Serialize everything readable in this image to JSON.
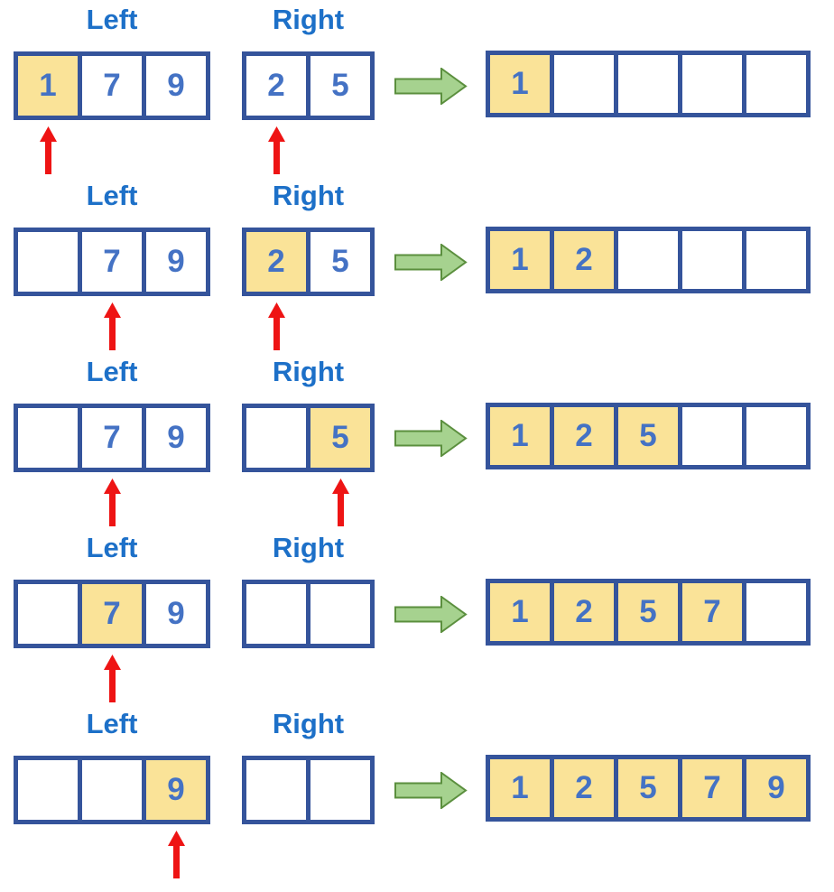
{
  "diagram_title": "merge-step-sequence",
  "labels": {
    "left": "Left",
    "right": "Right"
  },
  "colors": {
    "border": "#35549B",
    "num": "#4472C4",
    "labelBlue": "#1D70C8",
    "hl": "#FAE398",
    "red": "#EE1414",
    "greenFill": "#A6D28F",
    "greenStroke": "#5B8F3E"
  },
  "rows": [
    {
      "left": {
        "cells": [
          {
            "v": "1",
            "hl": true
          },
          {
            "v": "7",
            "hl": false
          },
          {
            "v": "9",
            "hl": false
          }
        ],
        "pointer": 0
      },
      "right": {
        "cells": [
          {
            "v": "2",
            "hl": false
          },
          {
            "v": "5",
            "hl": false
          }
        ],
        "pointer": 0
      },
      "result": {
        "cells": [
          {
            "v": "1",
            "hl": true
          },
          {
            "v": "",
            "hl": false
          },
          {
            "v": "",
            "hl": false
          },
          {
            "v": "",
            "hl": false
          },
          {
            "v": "",
            "hl": false
          }
        ]
      }
    },
    {
      "left": {
        "cells": [
          {
            "v": "",
            "hl": false
          },
          {
            "v": "7",
            "hl": false
          },
          {
            "v": "9",
            "hl": false
          }
        ],
        "pointer": 1
      },
      "right": {
        "cells": [
          {
            "v": "2",
            "hl": true
          },
          {
            "v": "5",
            "hl": false
          }
        ],
        "pointer": 0
      },
      "result": {
        "cells": [
          {
            "v": "1",
            "hl": true
          },
          {
            "v": "2",
            "hl": true
          },
          {
            "v": "",
            "hl": false
          },
          {
            "v": "",
            "hl": false
          },
          {
            "v": "",
            "hl": false
          }
        ]
      }
    },
    {
      "left": {
        "cells": [
          {
            "v": "",
            "hl": false
          },
          {
            "v": "7",
            "hl": false
          },
          {
            "v": "9",
            "hl": false
          }
        ],
        "pointer": 1
      },
      "right": {
        "cells": [
          {
            "v": "",
            "hl": false
          },
          {
            "v": "5",
            "hl": true
          }
        ],
        "pointer": 1
      },
      "result": {
        "cells": [
          {
            "v": "1",
            "hl": true
          },
          {
            "v": "2",
            "hl": true
          },
          {
            "v": "5",
            "hl": true
          },
          {
            "v": "",
            "hl": false
          },
          {
            "v": "",
            "hl": false
          }
        ]
      }
    },
    {
      "left": {
        "cells": [
          {
            "v": "",
            "hl": false
          },
          {
            "v": "7",
            "hl": true
          },
          {
            "v": "9",
            "hl": false
          }
        ],
        "pointer": 1
      },
      "right": {
        "cells": [
          {
            "v": "",
            "hl": false
          },
          {
            "v": "",
            "hl": false
          }
        ],
        "pointer": null
      },
      "result": {
        "cells": [
          {
            "v": "1",
            "hl": true
          },
          {
            "v": "2",
            "hl": true
          },
          {
            "v": "5",
            "hl": true
          },
          {
            "v": "7",
            "hl": true
          },
          {
            "v": "",
            "hl": false
          }
        ]
      }
    },
    {
      "left": {
        "cells": [
          {
            "v": "",
            "hl": false
          },
          {
            "v": "",
            "hl": false
          },
          {
            "v": "9",
            "hl": true
          }
        ],
        "pointer": 2
      },
      "right": {
        "cells": [
          {
            "v": "",
            "hl": false
          },
          {
            "v": "",
            "hl": false
          }
        ],
        "pointer": null
      },
      "result": {
        "cells": [
          {
            "v": "1",
            "hl": true
          },
          {
            "v": "2",
            "hl": true
          },
          {
            "v": "5",
            "hl": true
          },
          {
            "v": "7",
            "hl": true
          },
          {
            "v": "9",
            "hl": true
          }
        ]
      }
    }
  ]
}
